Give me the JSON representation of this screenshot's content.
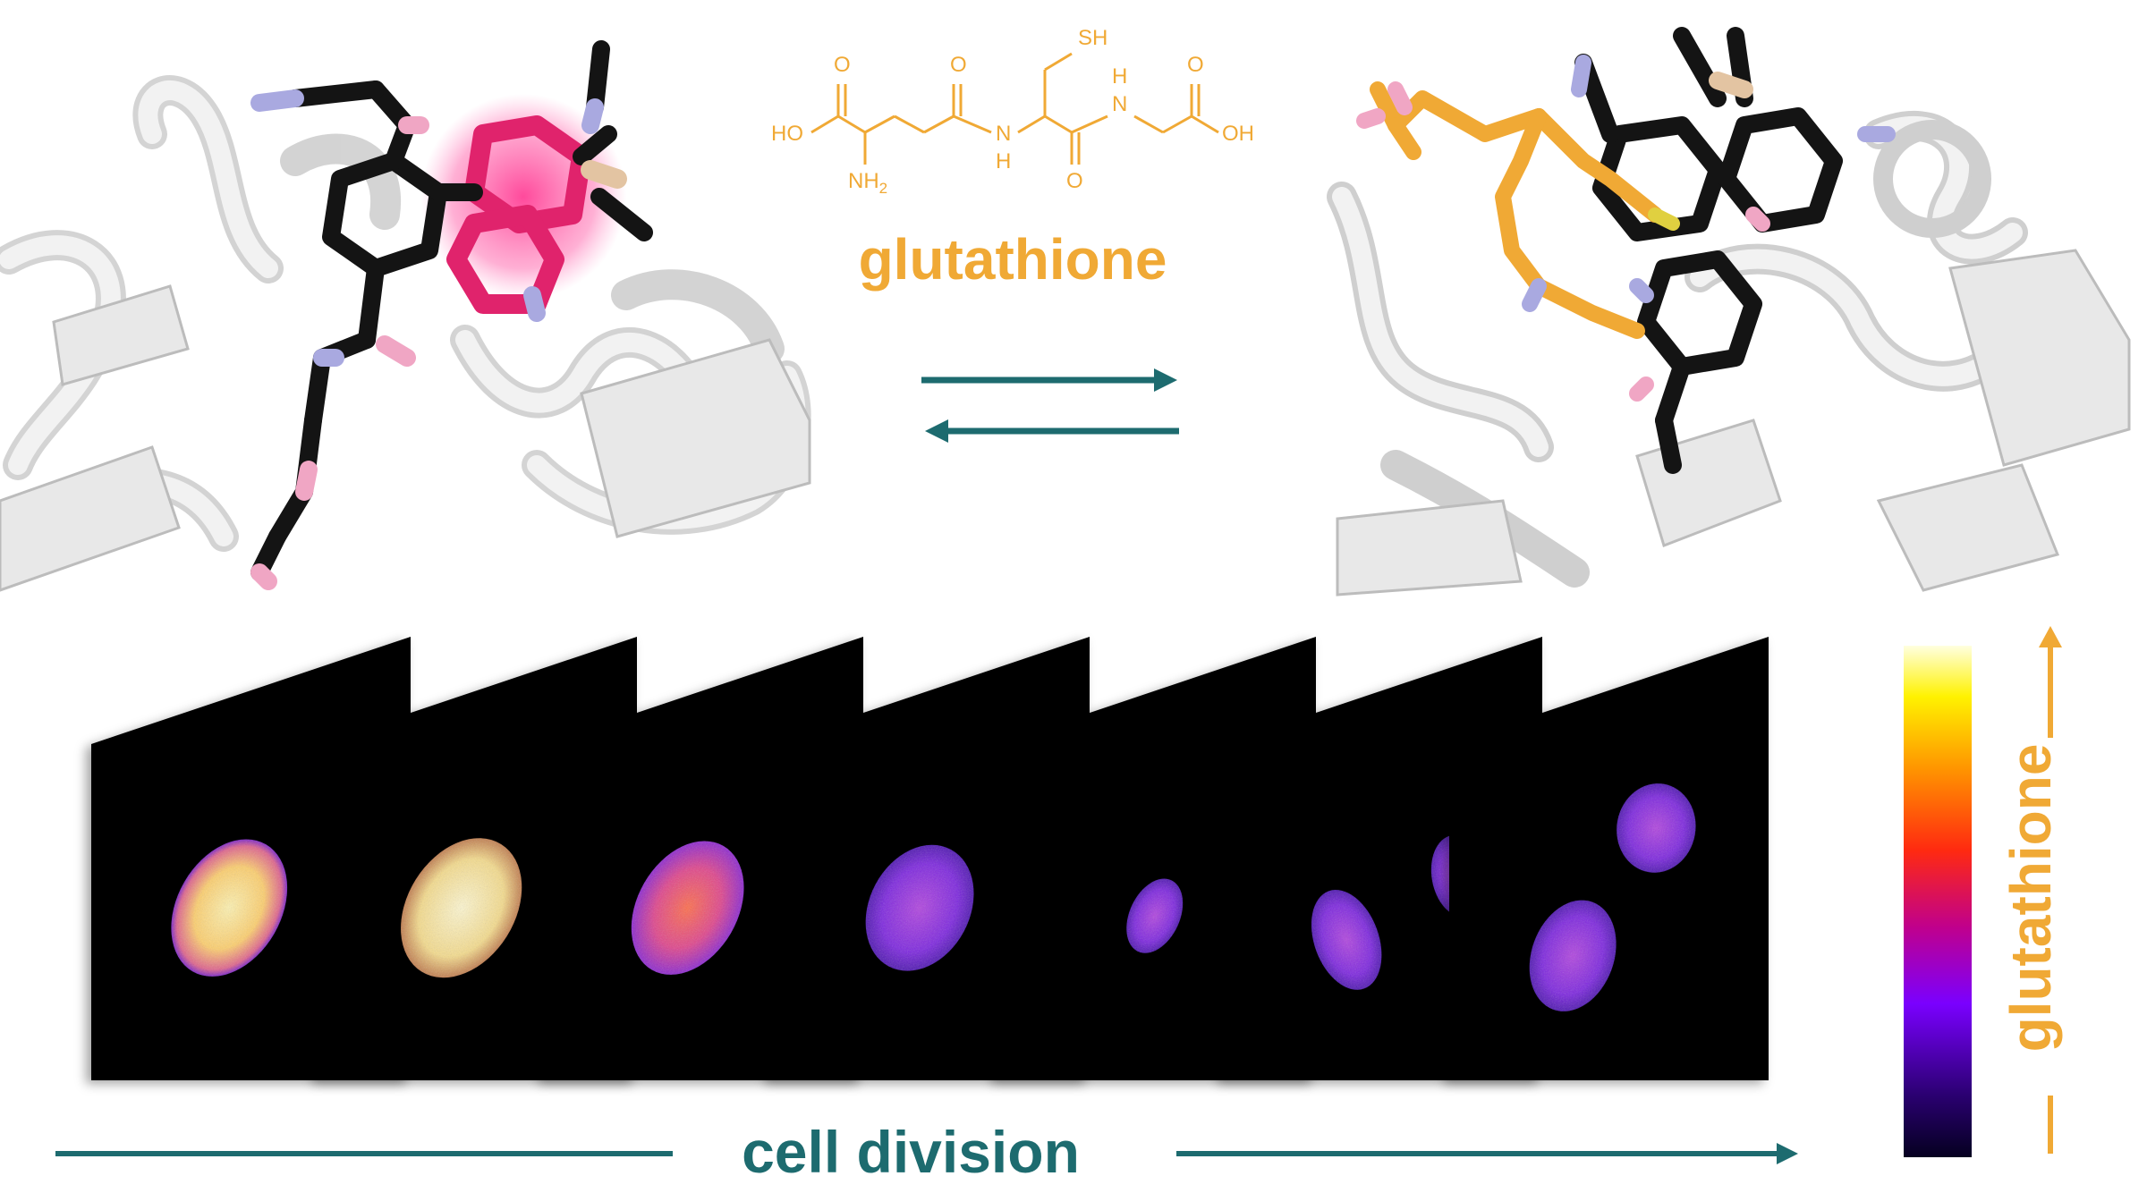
{
  "molecule": {
    "name": "glutathione",
    "atoms": {
      "sh": "SH",
      "o": "O",
      "ho": "HO",
      "oh": "OH",
      "nh2": "NH",
      "nh2_sub": "2",
      "n": "N",
      "h": "H"
    }
  },
  "reaction": {
    "type": "reversible-equilibrium"
  },
  "timeline": {
    "label": "cell division",
    "frames": [
      {
        "stage": 1,
        "state": "high"
      },
      {
        "stage": 2,
        "state": "high"
      },
      {
        "stage": 3,
        "state": "medium"
      },
      {
        "stage": 4,
        "state": "low"
      },
      {
        "stage": 5,
        "state": "low"
      },
      {
        "stage": 6,
        "state": "low"
      },
      {
        "stage": 7,
        "state": "low"
      }
    ]
  },
  "colorbar": {
    "label": "glutathione",
    "stops": [
      "#ffffe0",
      "#fff200",
      "#ff9500",
      "#ff2a10",
      "#c0008c",
      "#7a00ff",
      "#2a0070",
      "#050020"
    ]
  },
  "colors": {
    "accent_teal": "#1d6b6f",
    "glutathione_orange": "#f0a935",
    "probe_magenta": "#e0236c",
    "ligand_black": "#141414",
    "nitrogen_lavender": "#a9a9e0",
    "oxygen_pink": "#f0a6c4",
    "silicon_tan": "#e3c4a2",
    "protein_gray": "#e6e6e6"
  }
}
